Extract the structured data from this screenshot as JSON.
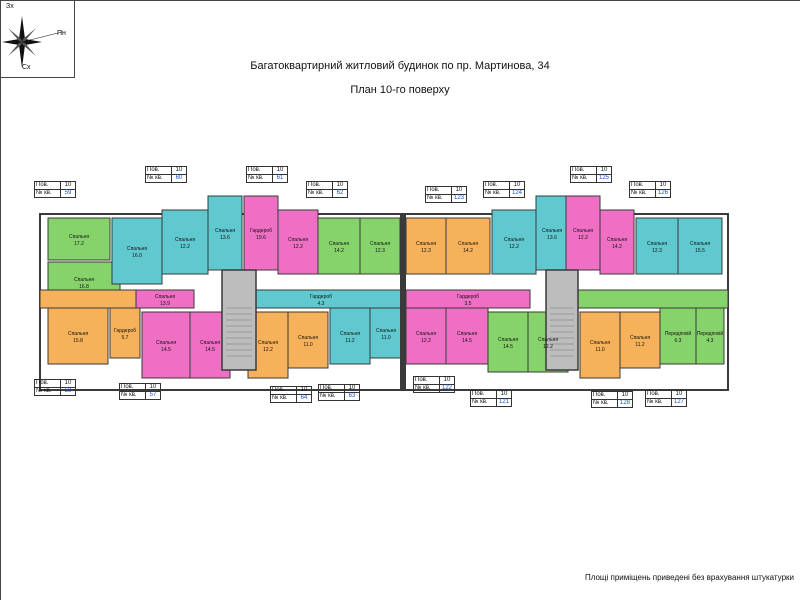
{
  "compass": {
    "north": "Пн",
    "west": "Зх",
    "east": "Сх"
  },
  "title": "Багатоквартирний житловий будинок по пр. Мартинова, 34",
  "subtitle": "План 10-го поверху",
  "footnote": "Площі приміщень приведені без врахування штукатурки",
  "tag_labels": {
    "floor": "Пов.",
    "apt": "№ кв."
  },
  "colors": {
    "green": "#86d36b",
    "teal": "#5fc9cf",
    "pink": "#ee6fc3",
    "orange": "#f6b25a",
    "wall": "#3a3a3a",
    "stair": "#bdbdbd"
  },
  "apartment_tags": [
    {
      "floor": "10",
      "apt": "59"
    },
    {
      "floor": "10",
      "apt": "60"
    },
    {
      "floor": "10",
      "apt": "61"
    },
    {
      "floor": "10",
      "apt": "62"
    },
    {
      "floor": "10",
      "apt": "123"
    },
    {
      "floor": "10",
      "apt": "124"
    },
    {
      "floor": "10",
      "apt": "125"
    },
    {
      "floor": "10",
      "apt": "126"
    },
    {
      "floor": "10",
      "apt": "58"
    },
    {
      "floor": "10",
      "apt": "57"
    },
    {
      "floor": "10",
      "apt": "64"
    },
    {
      "floor": "10",
      "apt": "63"
    },
    {
      "floor": "10",
      "apt": "122"
    },
    {
      "floor": "10",
      "apt": "121"
    },
    {
      "floor": "10",
      "apt": "128"
    },
    {
      "floor": "10",
      "apt": "127"
    }
  ],
  "room_labels": [
    "Спальня",
    "17.2",
    "Спальня",
    "16.8",
    "Спальня",
    "16.0",
    "Спальня",
    "12.2",
    "Спальня",
    "13.6",
    "Гардероб",
    "19.6",
    "Спальня",
    "12.2",
    "Спальня",
    "14.2",
    "Спальня",
    "12.3",
    "Спальня",
    "12.3",
    "Спальня",
    "14.2",
    "Спальня",
    "12.2",
    "Спальня",
    "13.6",
    "Спальня",
    "12.2",
    "Спальня",
    "14.2",
    "Спальня",
    "12.3",
    "Спальня",
    "15.5",
    "Спальня",
    "15.8",
    "Гардероб",
    "5.7",
    "Спальня",
    "13.9",
    "Спальня",
    "14.5",
    "Спальня",
    "14.5",
    "Спальня",
    "12.2",
    "Спальня",
    "11.0",
    "Спальня",
    "11.2",
    "Спальня",
    "11.0",
    "Спальня",
    "12.2",
    "Спальня",
    "14.5",
    "Спальня",
    "14.5",
    "Спальня",
    "12.2",
    "Спальня",
    "11.0",
    "Спальня",
    "11.2",
    "Передпокій",
    "6.3",
    "Передпокій",
    "4.3",
    "Гардероб",
    "4.3",
    "Гардероб",
    "3.5"
  ]
}
